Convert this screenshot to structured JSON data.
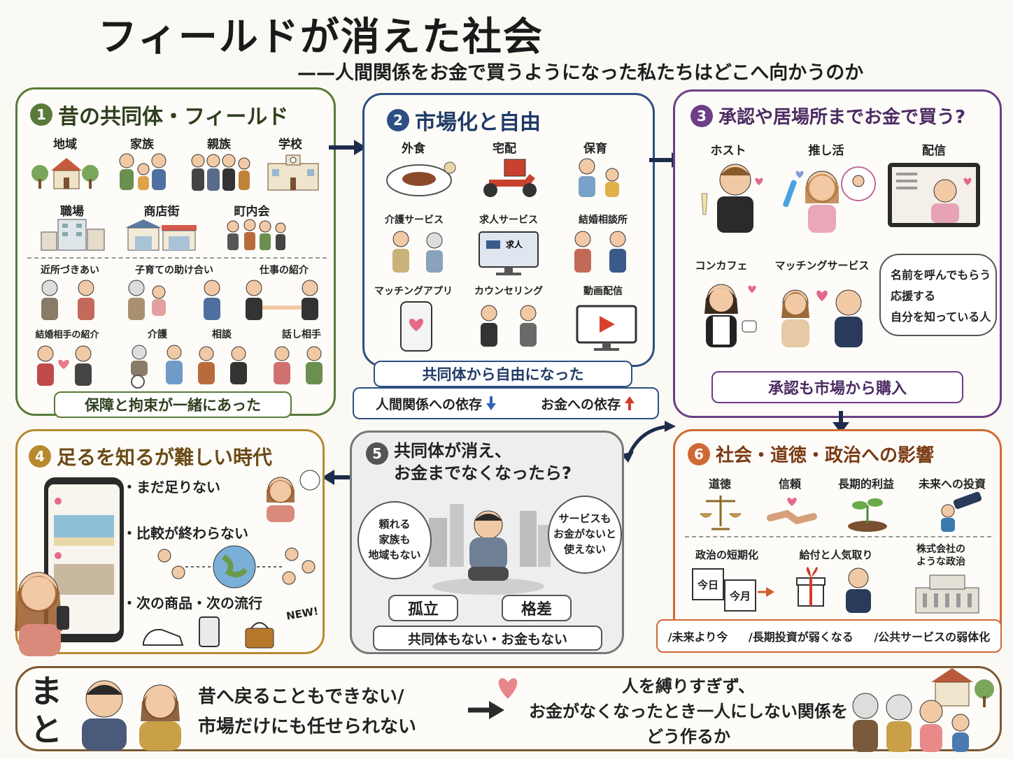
{
  "title": "フィールドが消えた社会",
  "subtitle": "——人間関係をお金で買うようになった私たちはどこへ向かうのか",
  "p1": {
    "num": "1",
    "title": "昔の共同体・フィールド",
    "row1": [
      "地域",
      "家族",
      "親族",
      "学校"
    ],
    "row2": [
      "職場",
      "商店街",
      "町内会"
    ],
    "row3": [
      "近所づきあい",
      "子育ての助け合い",
      "仕事の紹介"
    ],
    "row4": [
      "結婚相手の紹介",
      "介護",
      "相談",
      "話し相手"
    ],
    "footer": "保障と拘束が一緒にあった"
  },
  "p2": {
    "num": "2",
    "title": "市場化と自由",
    "row1": [
      "外食",
      "宅配",
      "保育"
    ],
    "row2": [
      "介護サービス",
      "求人サービス",
      "結婚相談所"
    ],
    "row3": [
      "マッチングアプリ",
      "カウンセリング",
      "動画配信"
    ],
    "screen_text": "求人",
    "footer_top": "共同体から自由になった",
    "footer_left": "人間関係への依存",
    "footer_right": "お金への依存"
  },
  "p3": {
    "num": "3",
    "title": "承認や居場所までお金で買う?",
    "row1": [
      "ホスト",
      "推し活",
      "配信"
    ],
    "row2": [
      "コンカフェ",
      "マッチングサービス"
    ],
    "bubble": [
      "名前を呼んでもらう",
      "応援する",
      "自分を知っている人"
    ],
    "footer": "承認も市場から購入"
  },
  "p4": {
    "num": "4",
    "title": "足るを知るが難しい時代",
    "bullets": [
      "・まだ足りない",
      "・比較が終わらない",
      "・次の商品・次の流行"
    ],
    "new_label": "NEW!"
  },
  "p5": {
    "num": "5",
    "title_l1": "共同体が消え、",
    "title_l2": "お金までなくなったら?",
    "cloud_left": [
      "頼れる",
      "家族も",
      "地域もない"
    ],
    "cloud_right": [
      "サービスも",
      "お金がないと",
      "使えない"
    ],
    "tag_left": "孤立",
    "tag_right": "格差",
    "footer": "共同体もない・お金もない"
  },
  "p6": {
    "num": "6",
    "title": "社会・道徳・政治への影響",
    "row1": [
      "道徳",
      "信頼",
      "長期的利益",
      "未来への投資"
    ],
    "row2": [
      "政治の短期化",
      "給付と人気取り"
    ],
    "row2_last": [
      "株式会社の",
      "ような政治"
    ],
    "cal1": "今日",
    "cal2": "今月",
    "footer": [
      "/未来より今",
      "/長期投資が弱くなる",
      "/公共サービスの弱体化"
    ]
  },
  "summary": {
    "label_top": "ま",
    "label_bottom": "と",
    "left_l1": "昔へ戻ることもできない/",
    "left_l2": "市場だけにも任せられない",
    "right_l1": "人を縛りすぎず、",
    "right_l2": "お金がなくなったとき一人にしない関係を",
    "right_l3": "どう作るか"
  },
  "colors": {
    "green": "#5a7a3a",
    "blue": "#2d4f83",
    "purple": "#6b3f86",
    "gold": "#b8892f",
    "gray": "#777777",
    "orange": "#cf6a35",
    "brown": "#7a5a30",
    "down_arrow": "#2d63b8",
    "up_arrow": "#d23c2a"
  }
}
